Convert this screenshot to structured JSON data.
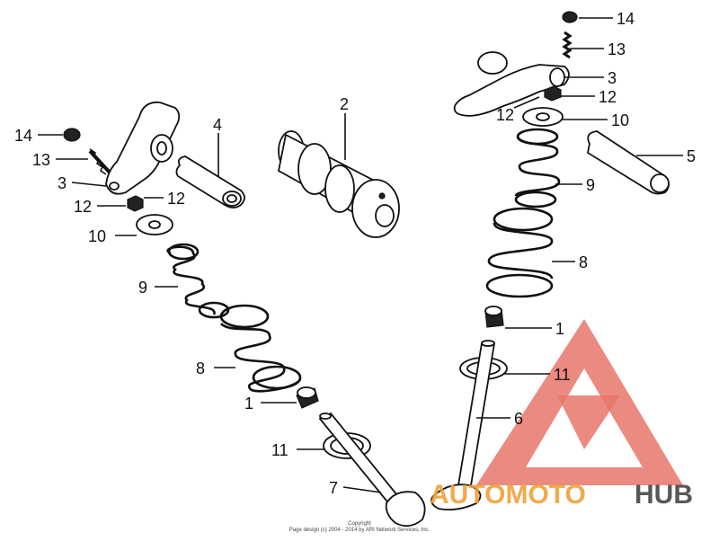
{
  "callouts": {
    "left": {
      "c14": "14",
      "c13": "13",
      "c3": "3",
      "c12a": "12",
      "c12b": "12",
      "c10": "10",
      "c9": "9",
      "c8": "8",
      "c1": "1",
      "c11": "11",
      "c7": "7",
      "c4": "4"
    },
    "center": {
      "c2": "2"
    },
    "right": {
      "c14": "14",
      "c13": "13",
      "c3": "3",
      "c12a": "12",
      "c12b": "12",
      "c10": "10",
      "c5": "5",
      "c9": "9",
      "c8": "8",
      "c1": "1",
      "c11": "11",
      "c6": "6"
    }
  },
  "footer": {
    "copyright_line1": "Copyright",
    "copyright_line2": "Page design (c) 2004 - 2014 by ARI Network Services, Inc."
  },
  "watermark": {
    "text_part1": "AUTOMOTO",
    "text_part2": "HUB",
    "colors": {
      "primary": "#e8756a",
      "orange": "#f0a03a",
      "dark": "#3a3a3a"
    }
  }
}
